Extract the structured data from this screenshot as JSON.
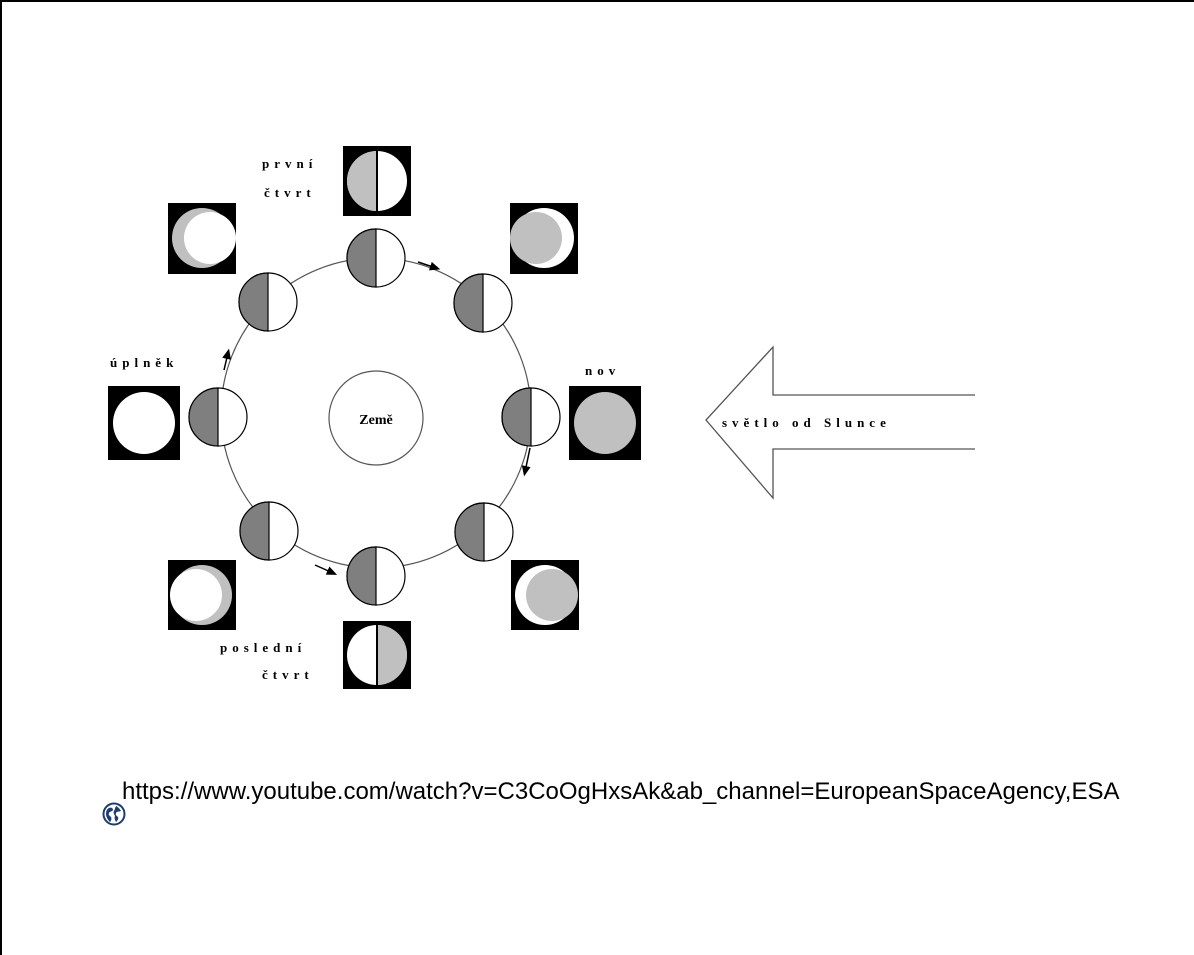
{
  "diagram": {
    "labels": {
      "first_quarter_line1": "první",
      "first_quarter_line2": "čtvrt",
      "full_moon": "úplněk",
      "new_moon": "nov",
      "last_quarter_line1": "poslední",
      "last_quarter_line2": "čtvrt",
      "earth": "Země",
      "sunlight": "světlo od Slunce"
    },
    "colors": {
      "shadow": "#7f7f7f",
      "lit": "#ffffff",
      "moon_face_grey": "#c0c0c0",
      "frame_bg": "#000000"
    }
  },
  "link": {
    "url_text": "https://www.youtube.com/watch?v=C3CoOgHxsAk&ab_channel=EuropeanSpaceAgency,ESA",
    "icon": "globe-icon"
  }
}
